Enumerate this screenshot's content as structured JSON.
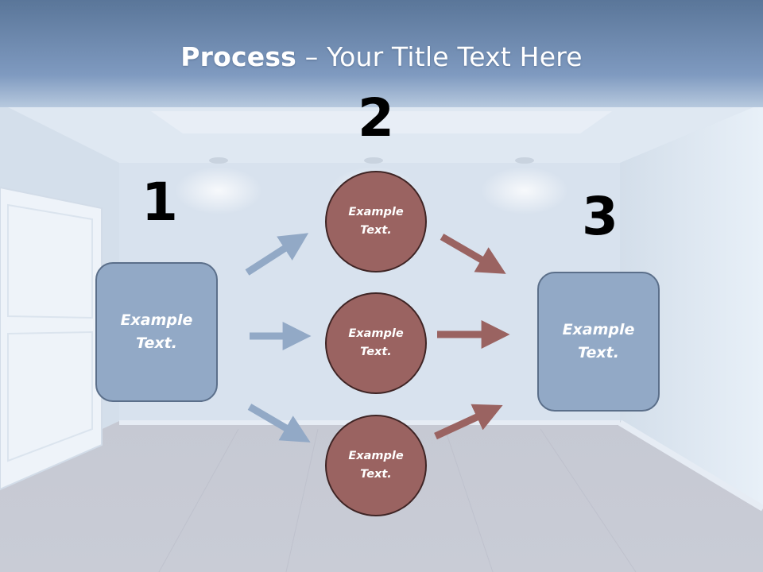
{
  "slide": {
    "title_bold": "Process",
    "title_rest": " – Your Title Text Here",
    "colors": {
      "box_fill": "#92a9c6",
      "box_border": "#5b6f8a",
      "circle_fill": "#9a6361",
      "circle_border": "#3f2525",
      "left_arrow": "#92a9c6",
      "right_arrow": "#9a6361"
    }
  },
  "steps": {
    "step1": "1",
    "step2": "2",
    "step3": "3"
  },
  "nodes": {
    "box_left": "Example Text.",
    "circle_top": "Example Text.",
    "circle_middle": "Example Text.",
    "circle_bottom": "Example Text.",
    "box_right": "Example Text."
  }
}
